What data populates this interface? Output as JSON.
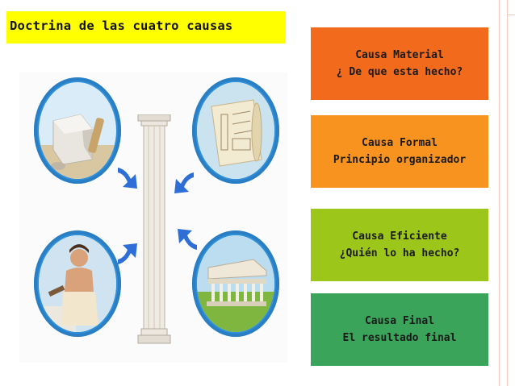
{
  "title": "Doctrina de las cuatro causas",
  "causes": [
    {
      "name": "Causa Material",
      "question": "¿ De que esta hecho?",
      "color": "#f26a1b"
    },
    {
      "name": "Causa Formal",
      "question": "Principio organizador",
      "color": "#f7931e"
    },
    {
      "name": "Causa Eficiente",
      "question": "¿Quién lo  ha hecho?",
      "color": "#9dc61b"
    },
    {
      "name": "Causa Final",
      "question": "El resultado final",
      "color": "#3aa45b"
    }
  ],
  "colors": {
    "title_bg": "#ffff00",
    "circle_blue": "#2f8fd8",
    "arrow_blue": "#2d6fd6",
    "border_salmon": "#f2c9bd"
  }
}
